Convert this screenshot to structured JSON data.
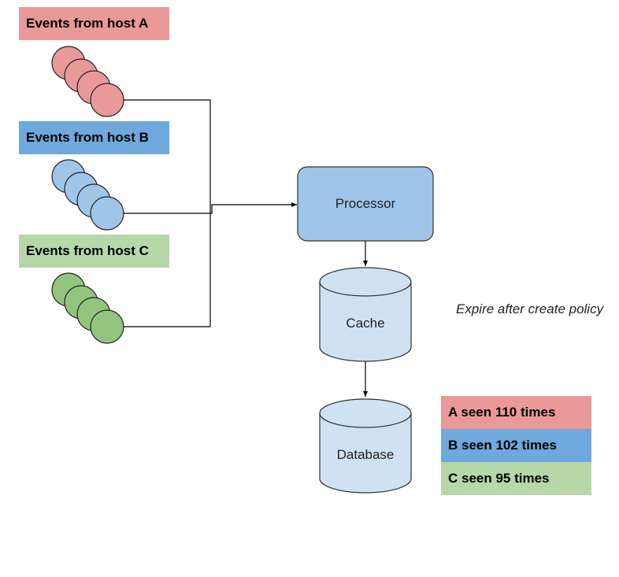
{
  "hosts": [
    {
      "label": "Events from host A",
      "color": "#ea9999",
      "stroke": "#1a1a1a"
    },
    {
      "label": "Events from host B",
      "color": "#6fa8dc",
      "event_color": "#9fc5e8"
    },
    {
      "label": "Events from host C",
      "color": "#b6d7a8",
      "event_color": "#93c47d"
    }
  ],
  "processor": {
    "label": "Processor",
    "color": "#9fc5e8"
  },
  "cache": {
    "label": "Cache",
    "color": "#cfe2f3"
  },
  "database": {
    "label": "Database",
    "color": "#cfe2f3"
  },
  "policy_note": "Expire after create policy",
  "tally": [
    {
      "label": "A seen 110 times",
      "color": "#ea9999"
    },
    {
      "label": "B seen 102 times",
      "color": "#6fa8dc"
    },
    {
      "label": "C seen 95 times",
      "color": "#b6d7a8"
    }
  ]
}
